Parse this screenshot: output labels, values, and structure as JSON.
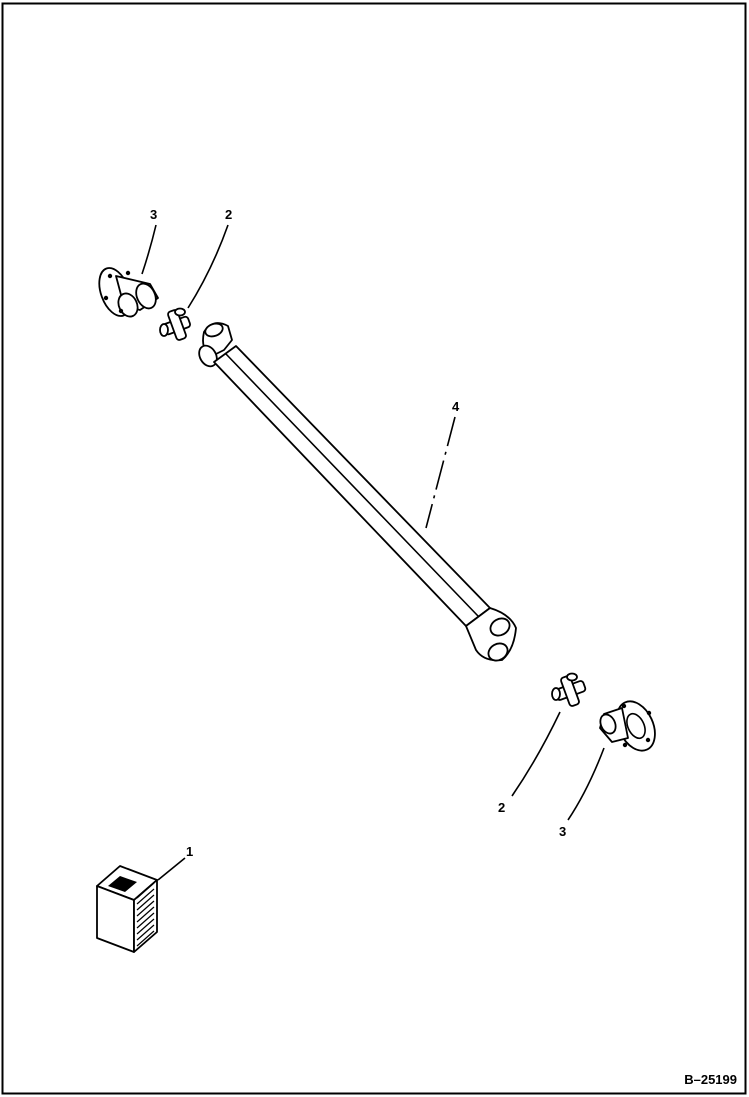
{
  "diagram": {
    "figure_id": "B–25199",
    "callouts": [
      {
        "id": "label-3-top",
        "text": "3"
      },
      {
        "id": "label-2-top",
        "text": "2"
      },
      {
        "id": "label-4",
        "text": "4"
      },
      {
        "id": "label-2-bottom",
        "text": "2"
      },
      {
        "id": "label-3-bottom",
        "text": "3"
      },
      {
        "id": "label-1",
        "text": "1"
      }
    ]
  }
}
